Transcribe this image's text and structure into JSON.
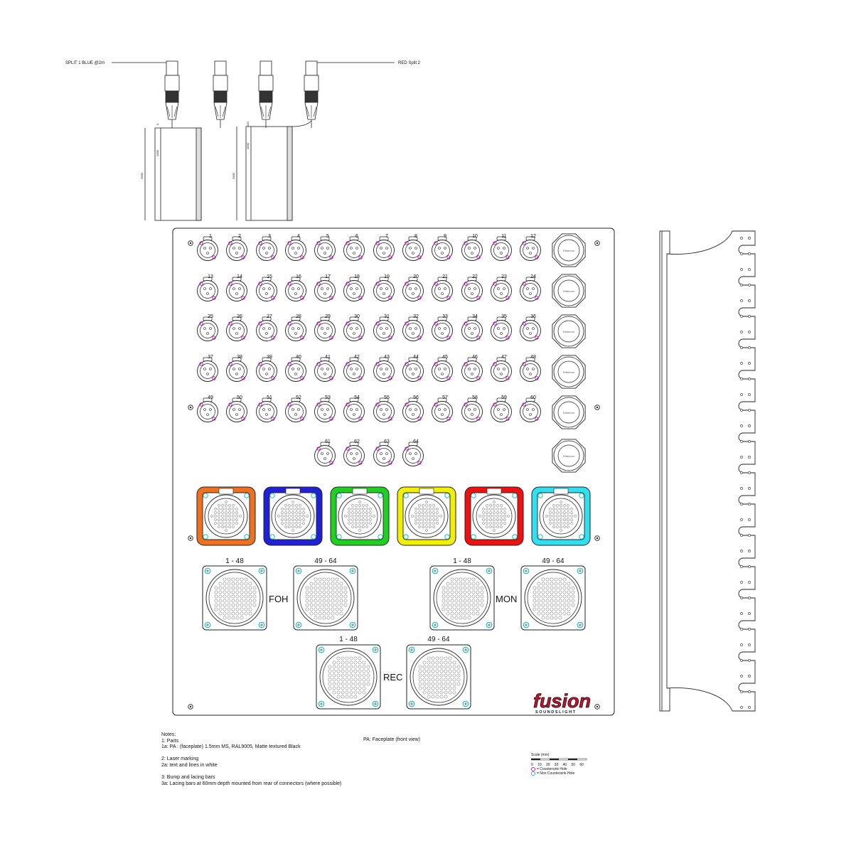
{
  "splits": {
    "left_label": "SPLIT 1 BLUE @2m",
    "right_label": "RED Split 2",
    "dims": {
      "left_total": "2000",
      "left_inner": "1000",
      "left_top": "0",
      "right_total": "2000",
      "right_inner": "1000",
      "right_top": "100"
    }
  },
  "xlr_numbers": [
    "1",
    "2",
    "3",
    "4",
    "5",
    "6",
    "7",
    "8",
    "9",
    "10",
    "11",
    "12",
    "13",
    "14",
    "15",
    "16",
    "17",
    "18",
    "19",
    "20",
    "21",
    "22",
    "23",
    "24",
    "25",
    "26",
    "27",
    "28",
    "29",
    "30",
    "31",
    "32",
    "33",
    "34",
    "35",
    "36",
    "37",
    "38",
    "39",
    "40",
    "41",
    "42",
    "43",
    "44",
    "45",
    "46",
    "47",
    "48",
    "49",
    "50",
    "51",
    "52",
    "53",
    "54",
    "55",
    "56",
    "57",
    "58",
    "59",
    "60",
    "61",
    "62",
    "63",
    "64"
  ],
  "ethercon_label": "Ethercon",
  "multipin_colors": [
    "#f07020",
    "#2020d8",
    "#20d020",
    "#f0f000",
    "#f01010",
    "#30e0f0"
  ],
  "groups": {
    "foh": "FOH",
    "mon": "MON",
    "rec": "REC",
    "range_a": "1 - 48",
    "range_b": "49 - 64"
  },
  "brand": {
    "name": "fusion",
    "tag": "SOUNDSLIGHT",
    "color": "#c8102e"
  },
  "notes": {
    "title": "Notes:",
    "l1": "1: Parts",
    "l2": "1a: PA : (faceplate) 1.5mm MS, RAL9005, Matte textured Black",
    "l3": "2: Laser marking",
    "l4": "2a: text and lines in white",
    "l5": "3: Bump and lacing bars",
    "l6": "3a: Lacing bars at 60mm depth mounted from rear of connectors (where possible)"
  },
  "caption": "PA: Faceplate (front view)",
  "scale": {
    "title": "Scale (mm)",
    "ticks": [
      "0",
      "10",
      "20",
      "30",
      "40",
      "50",
      "60"
    ],
    "countersink": "= Countersink Hole",
    "non_countersink": "= Non Countersink Hole",
    "countersink_color": "#c020c0",
    "non_countersink_color": "#20c0c0"
  }
}
